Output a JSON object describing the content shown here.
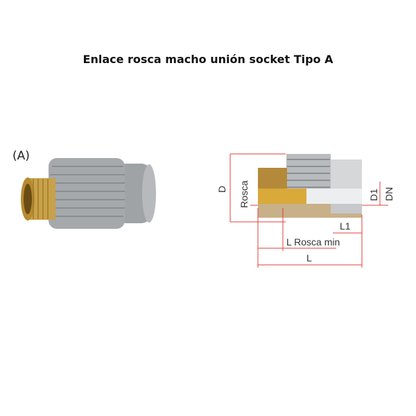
{
  "title": "Enlace rosca macho unión socket Tipo A",
  "variant_label": "(A)",
  "diagram": {
    "labels": {
      "D": "D",
      "rosca": "Rosca",
      "D1": "D1",
      "DN": "DN",
      "L1": "L1",
      "L_rosca_min": "L Rosca min",
      "L": "L"
    },
    "colors": {
      "dimension_line": "#e0403c",
      "body_gray": "#9a9ea2",
      "brass": "#c89a3a"
    }
  }
}
